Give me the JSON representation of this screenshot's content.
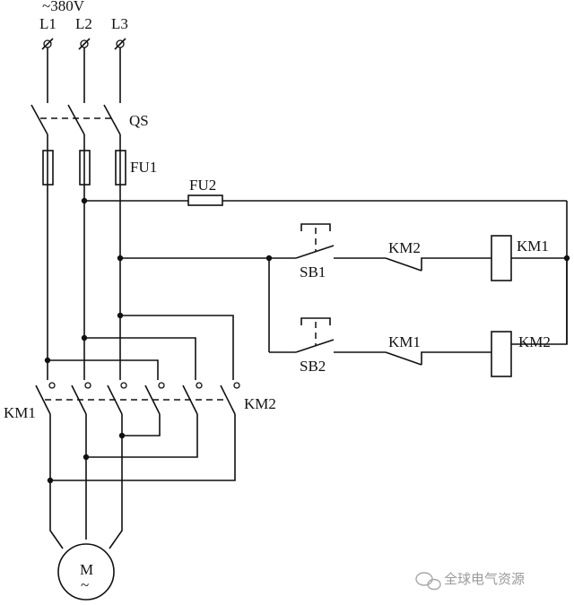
{
  "supply": {
    "voltage": "~380V",
    "phases": [
      "L1",
      "L2",
      "L3"
    ]
  },
  "labels": {
    "qs": "QS",
    "fu1": "FU1",
    "fu2": "FU2",
    "km1_main": "KM1",
    "km2_main": "KM2",
    "sb1": "SB1",
    "sb2": "SB2",
    "km2_interlock": "KM2",
    "km1_interlock": "KM1",
    "km1_coil": "KM1",
    "km2_coil": "KM2",
    "motor": "M",
    "motor_symbol": "~"
  },
  "watermark": "全球电气资源"
}
